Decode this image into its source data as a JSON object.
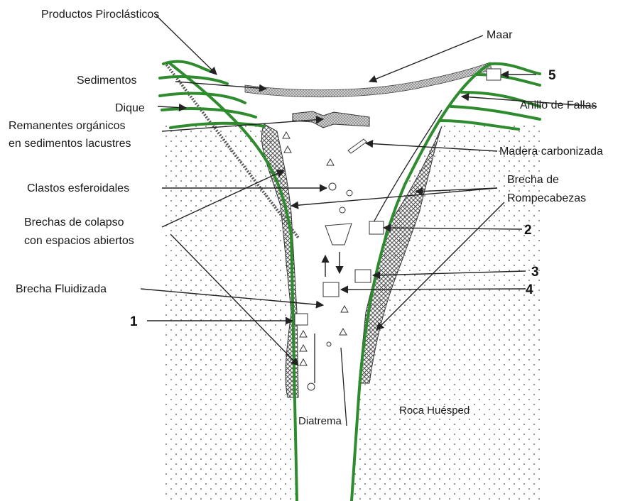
{
  "labels": {
    "productos_piroclasticos": "Productos Piroclásticos",
    "maar": "Maar",
    "sedimentos": "Sedimentos",
    "dique": "Dique",
    "remanentes_1": "Remanentes orgánicos",
    "remanentes_2": "en sedimentos lacustres",
    "anillo_fallas": "Anillo de Fallas",
    "madera": "Madera carbonizada",
    "brecha_rompe_1": "Brecha de",
    "brecha_rompe_2": "Rompecabezas",
    "clastos": "Clastos esferoidales",
    "brechas_colapso_1": "Brechas de colapso",
    "brechas_colapso_2": "con espacios abiertos",
    "brecha_fluidizada": "Brecha Fluidizada",
    "diatrema": "Diatrema",
    "roca_huesped": "Roca Huésped"
  },
  "numbers": {
    "n1": "1",
    "n2": "2",
    "n3": "3",
    "n4": "4",
    "n5": "5"
  },
  "colors": {
    "fault_green": "#2e8b2e",
    "text": "#1a1a1a"
  }
}
